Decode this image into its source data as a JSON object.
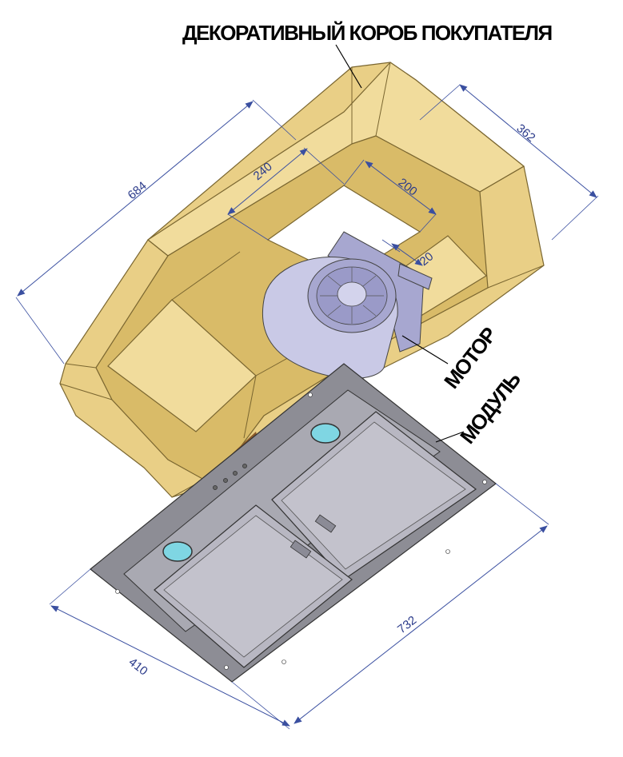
{
  "labels": {
    "box": "ДЕКОРАТИВНЫЙ КОРОБ ПОКУПАТЕЛЯ",
    "motor": "МОТОР",
    "module": "МОДУЛЬ"
  },
  "dimensions": {
    "box_length": "684",
    "box_width": "362",
    "opening_length": "240",
    "opening_width": "200",
    "offset": "20",
    "module_length": "732",
    "module_width": "410"
  },
  "colors": {
    "box": "#e9cf86",
    "module": "#8d8d95",
    "motor": "#c9c9e6",
    "lamp": "#7fd6e3",
    "dimension": "#3a4fa0"
  }
}
